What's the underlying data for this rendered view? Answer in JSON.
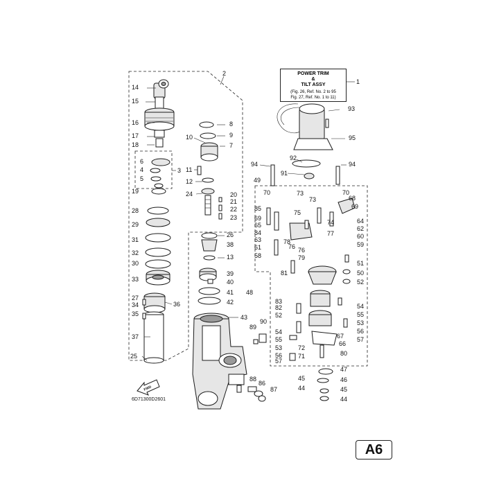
{
  "title_box": {
    "line1": "POWER TRIM",
    "line2": "&",
    "line3": "TILT ASSY",
    "ref1": "(Fig. 26, Ref. No. 2 to 95",
    "ref2": "Fig. 27, Ref. No. 1 to 11)"
  },
  "drawing_code": "6D71300D2601",
  "fwd_marker": "FWD",
  "page_badge": "A6",
  "callouts": [
    "1",
    "2",
    "3",
    "4",
    "5",
    "6",
    "7",
    "8",
    "9",
    "10",
    "11",
    "12",
    "13",
    "14",
    "15",
    "16",
    "17",
    "18",
    "19",
    "20",
    "21",
    "22",
    "23",
    "24",
    "25",
    "26",
    "27",
    "28",
    "29",
    "30",
    "31",
    "32",
    "33",
    "34",
    "35",
    "36",
    "37",
    "38",
    "39",
    "40",
    "41",
    "42",
    "43",
    "44",
    "45",
    "46",
    "47",
    "48",
    "49",
    "50",
    "51",
    "52",
    "53",
    "54",
    "55",
    "56",
    "57",
    "58",
    "59",
    "60",
    "61",
    "62",
    "63",
    "64",
    "65",
    "66",
    "67",
    "68",
    "69",
    "70",
    "71",
    "72",
    "73",
    "74",
    "75",
    "76",
    "77",
    "78",
    "79",
    "80",
    "81",
    "82",
    "83",
    "84",
    "85",
    "86",
    "87",
    "88",
    "89",
    "90",
    "91",
    "92",
    "93",
    "94",
    "95"
  ]
}
